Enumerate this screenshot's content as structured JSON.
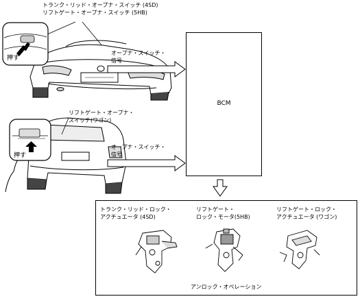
{
  "top_switch_label": {
    "line1": "トランク・リッド・オープナ・スイッチ (4SD)",
    "line2": "リフトゲート・オープナ・スイッチ (5HB)"
  },
  "wagon_switch_label": {
    "line1": "リフトゲート・オープナ・",
    "line2": "スイッチ(ワゴン)"
  },
  "push_label_top": "押す",
  "push_label_bottom": "押す",
  "signal_top": {
    "line1": "オープナ・スイッチ・",
    "line2": "信号"
  },
  "signal_bottom": {
    "line1": "オープナ・スイッチ・",
    "line2": "信号"
  },
  "bcm_label": "BCM",
  "actuators": [
    {
      "line1": "トランク・リッド・ロック・",
      "line2": "アクチュエータ (4SD)",
      "icon": "trunk-lock-actuator-icon"
    },
    {
      "line1": "リフトゲート・",
      "line2": "ロック・モータ(5HB)",
      "icon": "liftgate-lock-motor-icon"
    },
    {
      "line1": "リフトゲート・ロック・",
      "line2": "アクチュエータ (ワゴン)",
      "icon": "wagon-lock-actuator-icon"
    }
  ],
  "unlock_operation_label": "アンロック・オペレーション",
  "colors": {
    "line": "#000000",
    "car_fill": "#ffffff",
    "shade": "#8a8a8a",
    "background": "#ffffff"
  }
}
